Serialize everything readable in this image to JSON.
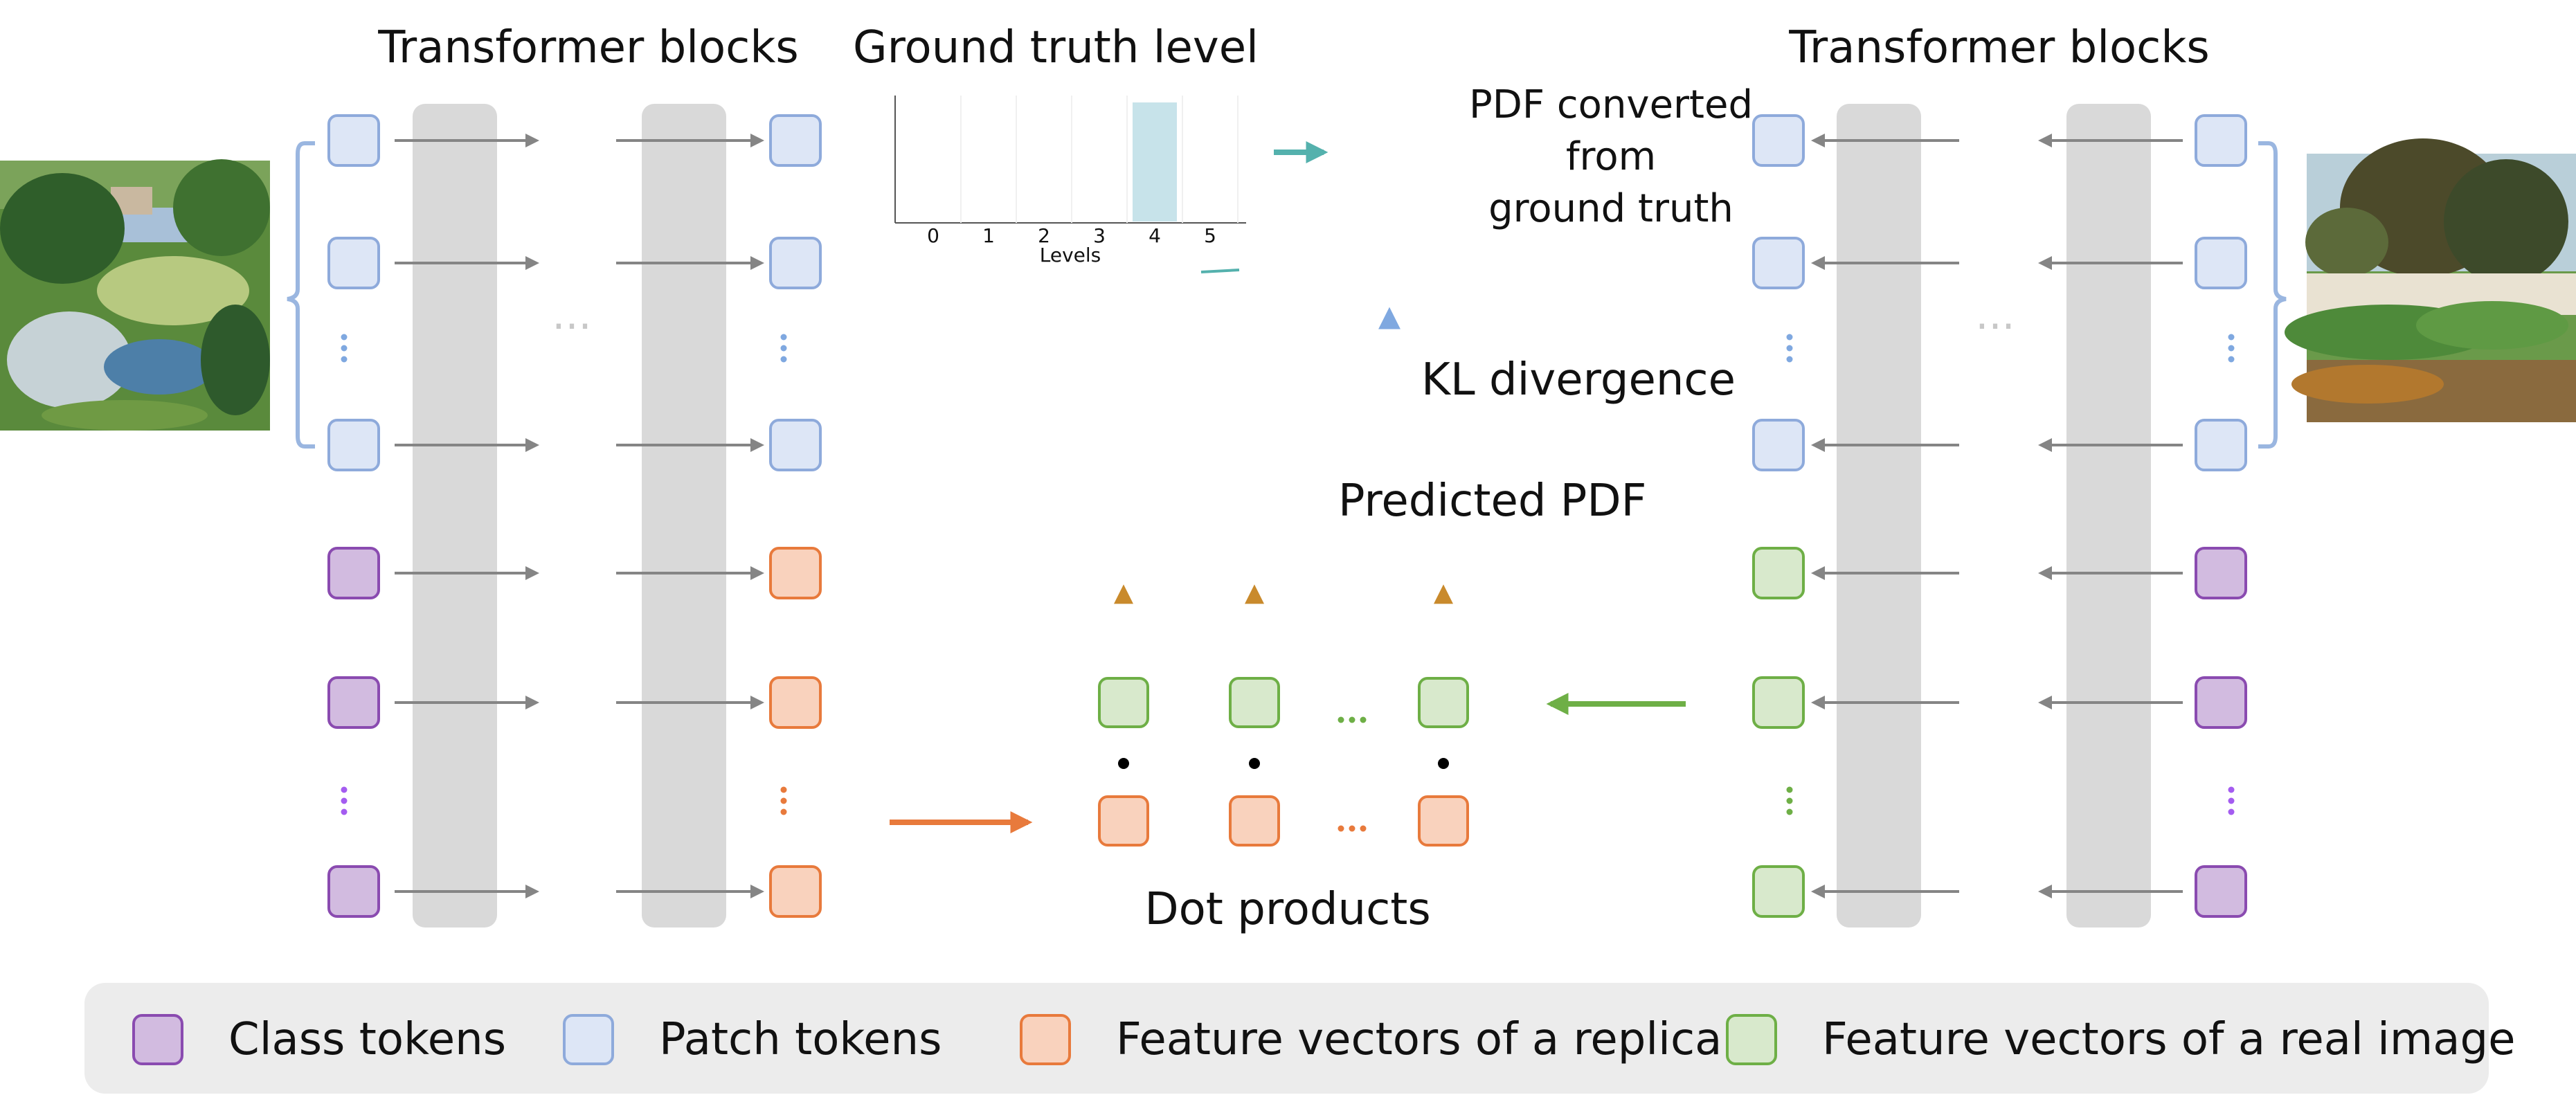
{
  "headings": {
    "left_blocks": "Transformer blocks",
    "right_blocks": "Transformer blocks",
    "gt_level": "Ground truth level"
  },
  "gt_chart": {
    "chart_data": {
      "type": "bar",
      "categories": [
        "0",
        "1",
        "2",
        "3",
        "4",
        "5"
      ],
      "values": [
        0,
        0,
        0,
        0,
        1,
        0
      ],
      "xlabel": "Levels",
      "ylabel": "",
      "highlight_color": "#c7e3ea"
    }
  },
  "labels": {
    "pdf_converted_line1": "PDF converted",
    "pdf_converted_line2": "from",
    "pdf_converted_line3": "ground truth",
    "kl": "KL divergence",
    "predicted": "Predicted PDF",
    "dot_products": "Dot products"
  },
  "legend": [
    {
      "label": "Class tokens",
      "kind": "class"
    },
    {
      "label": "Patch tokens",
      "kind": "patch"
    },
    {
      "label": "Feature vectors of a replica",
      "kind": "replica"
    },
    {
      "label": "Feature vectors of a real image",
      "kind": "real"
    }
  ],
  "colors": {
    "class_fill": "#d2bbe0",
    "class_stroke": "#8a4bb0",
    "patch_fill": "#dde6f6",
    "patch_stroke": "#8eaadb",
    "replica_fill": "#f9d2bd",
    "replica_stroke": "#e87a3c",
    "real_fill": "#d8e9cc",
    "real_stroke": "#6eaf46",
    "block_gray": "#d9d9d9",
    "teal": "#54b1ad",
    "purple": "#a45cf0",
    "arrow_gray": "#858585",
    "green_arrow": "#6eaf46",
    "orange_arrow": "#e87a3c"
  }
}
